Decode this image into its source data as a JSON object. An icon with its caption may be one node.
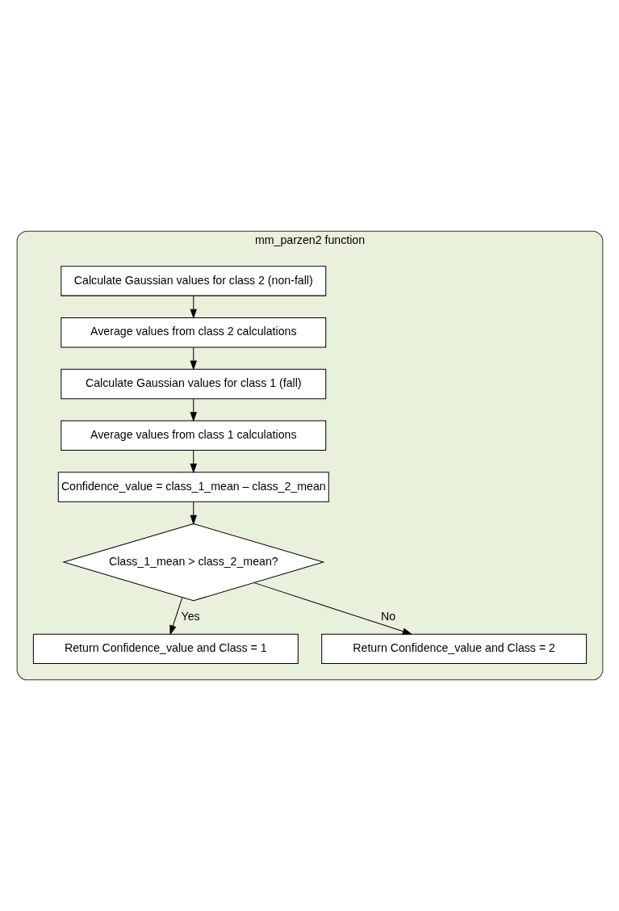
{
  "diagram": {
    "nodes": [
      {
        "text": [
          "mm_parzen2 function"
        ]
      },
      {
        "text": [
          "Calculate Gaussian values for class 2 (non-fall)"
        ],
        "in": 0
      },
      {
        "text": [
          "Average values from class 2 calculations"
        ],
        "in": 0
      },
      {
        "text": [
          "Calculate Gaussian values for class 1 (fall)"
        ],
        "in": 0
      },
      {
        "text": [
          "Average values from class 1 calculations"
        ],
        "in": 0
      },
      {
        "text": [
          "Confidence_value = class_1_mean – class_2_mean"
        ],
        "in": 0
      },
      {
        "text": [
          "Class_1_mean > class_2_mean?"
        ],
        "in": 0
      },
      {
        "text": [
          "Return Confidence_value and Class = 1"
        ],
        "in": 0
      },
      {
        "text": [
          "Return Confidence_value and Class = 2"
        ],
        "in": 0
      }
    ],
    "edges": [
      {
        "from": 1,
        "to": 2,
        "arrow": "to"
      },
      {
        "from": 2,
        "to": 3,
        "arrow": "to"
      },
      {
        "from": 3,
        "to": 4,
        "arrow": "to"
      },
      {
        "from": 4,
        "to": 5,
        "arrow": "to"
      },
      {
        "from": 5,
        "to": 6,
        "arrow": "to"
      },
      {
        "from": 6,
        "to": 7,
        "arrow": "to",
        "label": "Yes"
      },
      {
        "from": 6,
        "to": 8,
        "arrow": "to",
        "label": "No"
      }
    ]
  }
}
